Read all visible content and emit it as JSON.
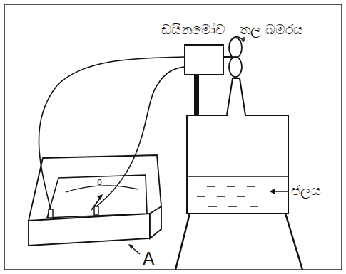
{
  "diagram": {
    "nodes": [
      {
        "text": [
          "ඩයිනමෝව"
        ]
      }
    ],
    "labels": [
      "තල බමරය",
      "ජලය",
      "A",
      "0"
    ]
  }
}
